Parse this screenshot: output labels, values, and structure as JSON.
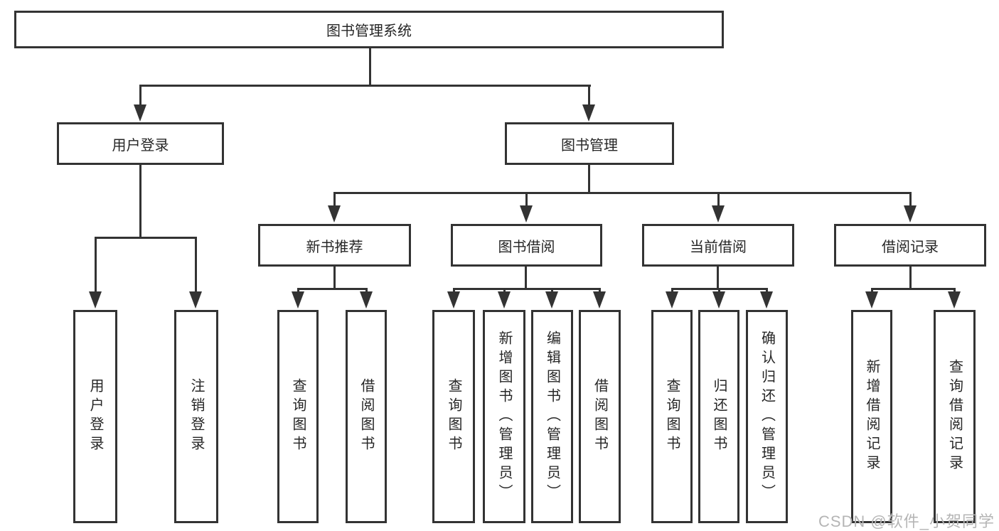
{
  "diagram": {
    "title": "图书管理系统",
    "children": [
      {
        "label": "用户登录",
        "children": [
          {
            "label": "用户登录"
          },
          {
            "label": "注销登录"
          }
        ]
      },
      {
        "label": "图书管理",
        "children": [
          {
            "label": "新书推荐",
            "children": [
              {
                "label": "查询图书"
              },
              {
                "label": "借阅图书"
              }
            ]
          },
          {
            "label": "图书借阅",
            "children": [
              {
                "label": "查询图书"
              },
              {
                "label": "新增图书（管理员）"
              },
              {
                "label": "编辑图书（管理员）"
              },
              {
                "label": "借阅图书"
              }
            ]
          },
          {
            "label": "当前借阅",
            "children": [
              {
                "label": "查询图书"
              },
              {
                "label": "归还图书"
              },
              {
                "label": "确认归还（管理员）"
              }
            ]
          },
          {
            "label": "借阅记录",
            "children": [
              {
                "label": "新增借阅记录"
              },
              {
                "label": "查询借阅记录"
              }
            ]
          }
        ]
      }
    ]
  },
  "watermark": {
    "text": "CSDN @软件_小贺同学",
    "color": "#b5b5b5"
  },
  "colors": {
    "line": "#333333",
    "text": "#262626",
    "background": "#ffffff"
  }
}
